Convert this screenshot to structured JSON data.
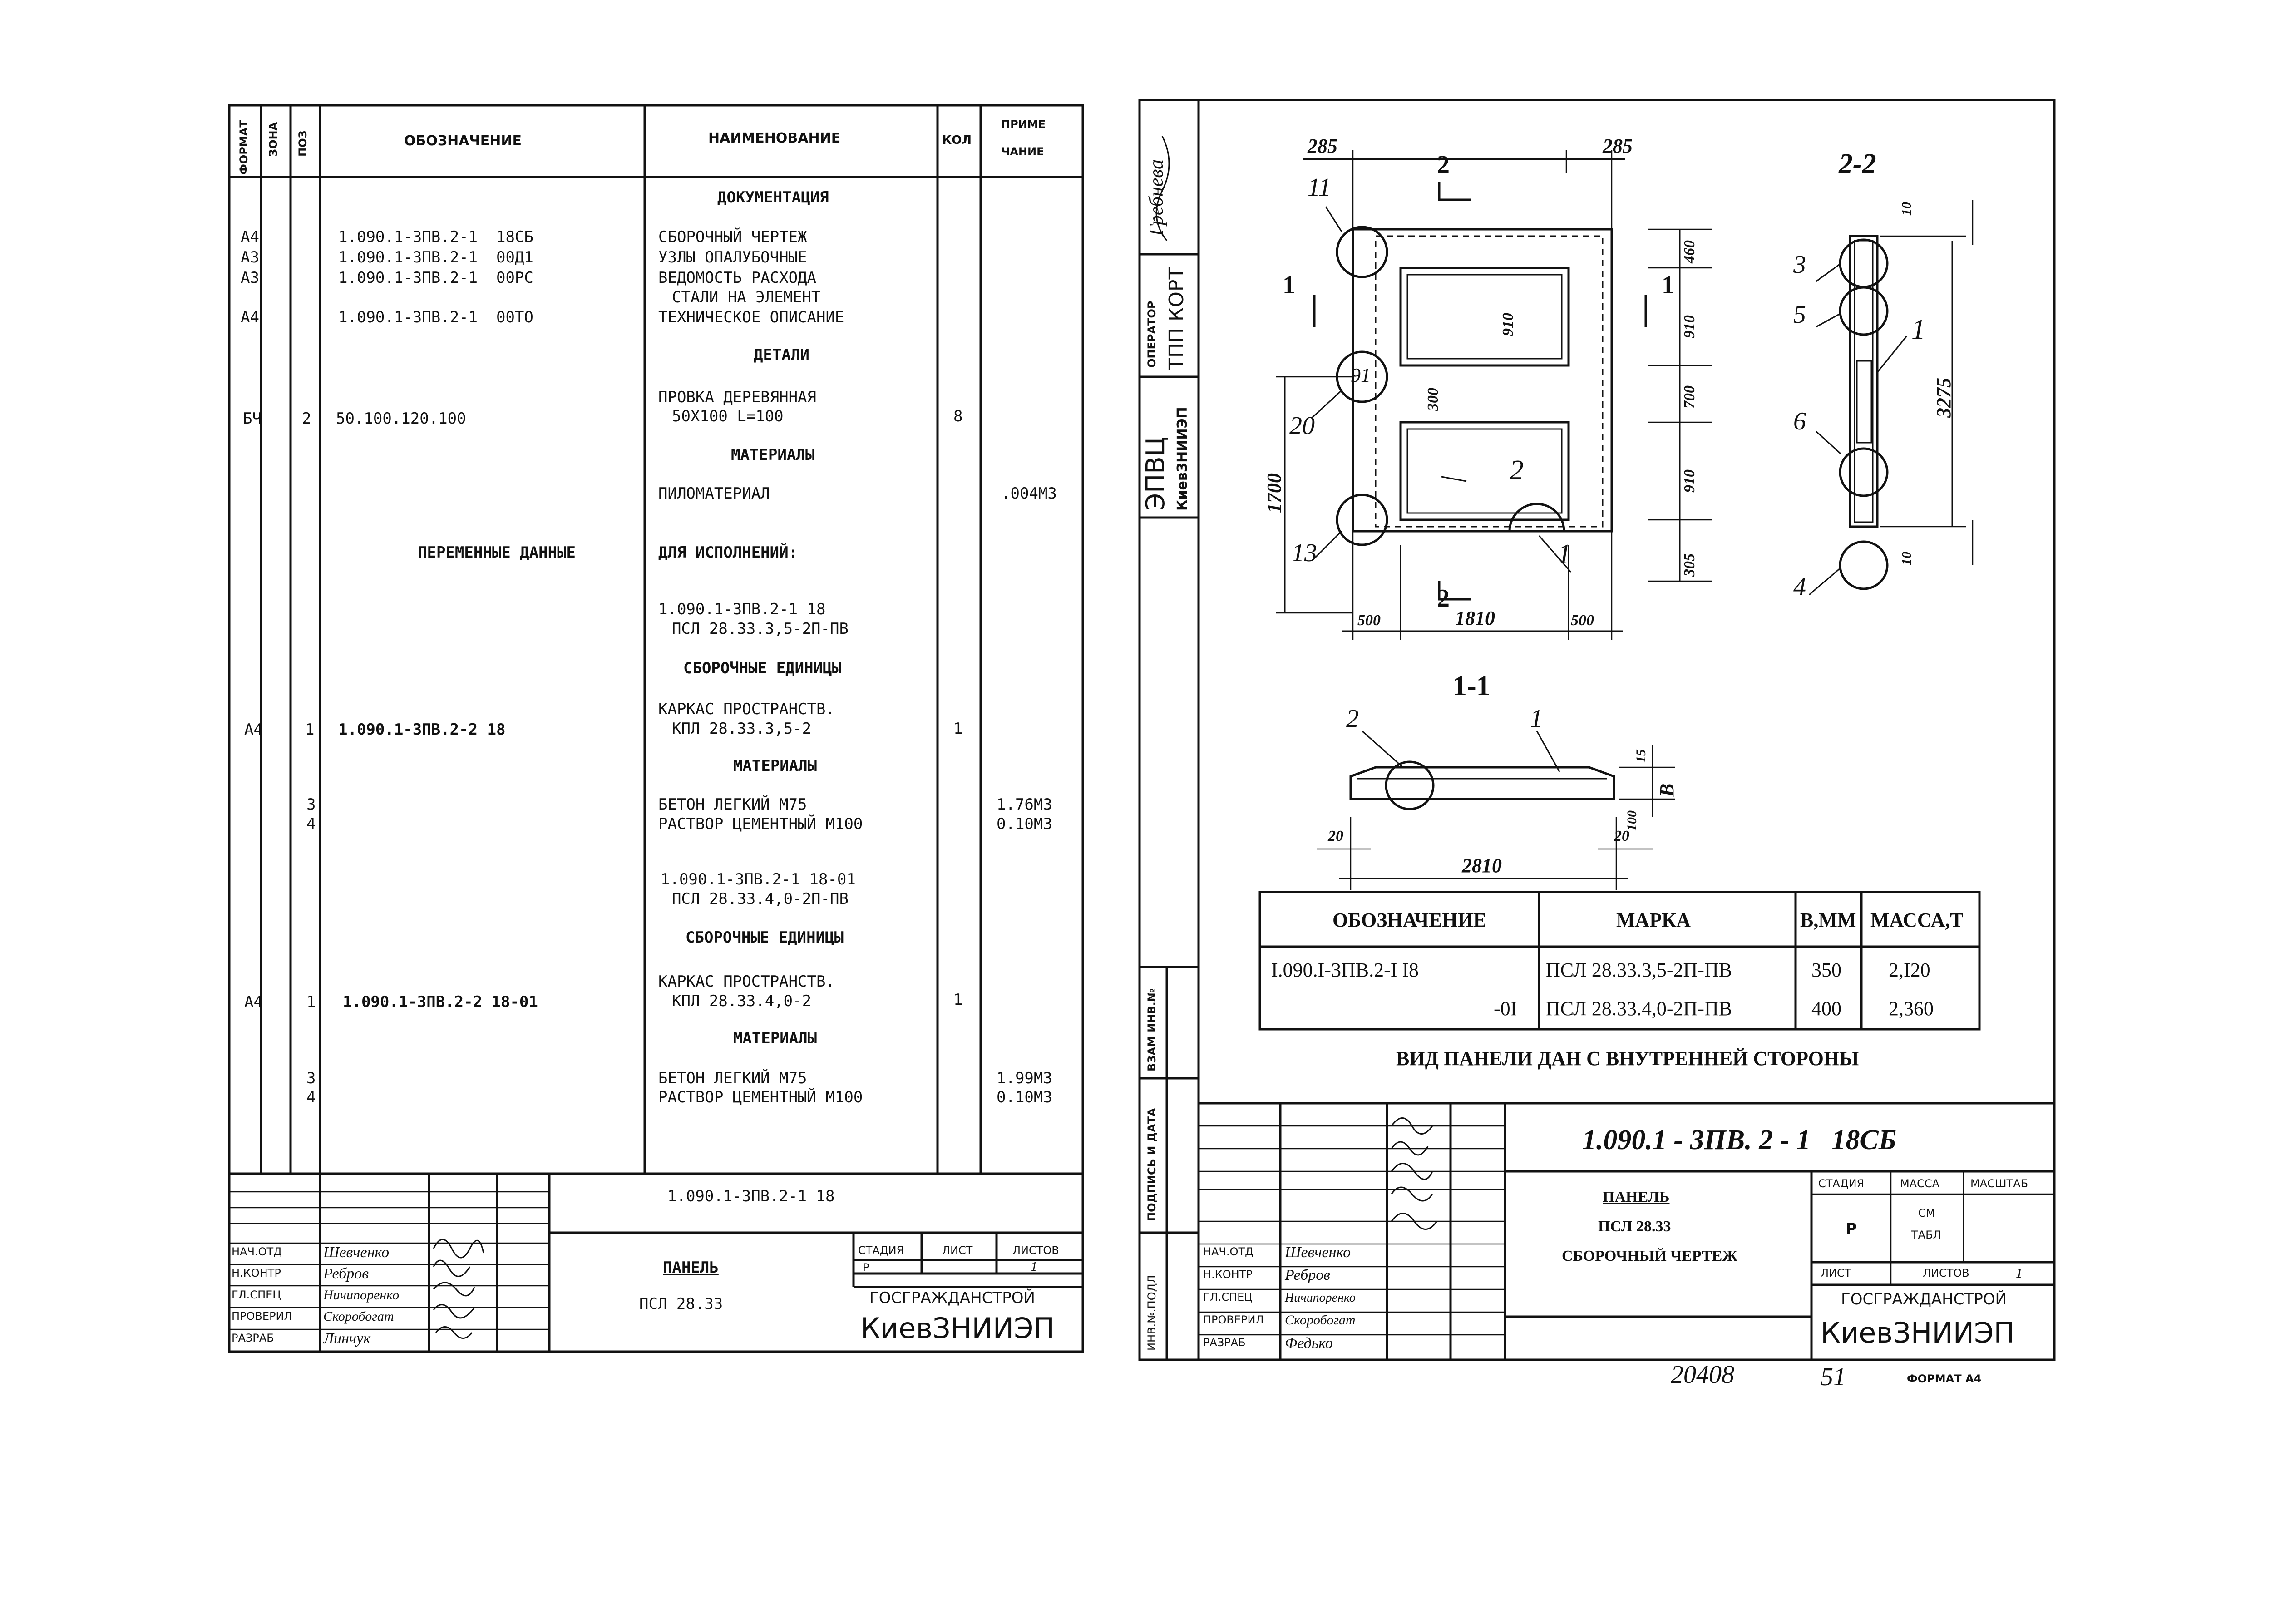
{
  "left_sheet": {
    "header": {
      "col_format": "ФОРМАТ",
      "col_zone": "ЗОНА",
      "col_pos": "ПОЗ",
      "col_designation": "ОБОЗНАЧЕНИЕ",
      "col_name": "НАИМЕНОВАНИЕ",
      "col_qty": "КОЛ",
      "col_note_1": "ПРИМЕ",
      "col_note_2": "ЧАНИЕ"
    },
    "rows": {
      "sec_documentation": "ДОКУМЕНТАЦИЯ",
      "doc1_format": "А4",
      "doc1_code": "1.090.1-3ПВ.2-1  18СБ",
      "doc1_name": "СБОРОЧНЫЙ ЧЕРТЕЖ",
      "doc2_format": "А3",
      "doc2_code": "1.090.1-3ПВ.2-1  00Д1",
      "doc2_name": "УЗЛЫ ОПАЛУБОЧНЫЕ",
      "doc3_format": "А3",
      "doc3_code": "1.090.1-3ПВ.2-1  00РС",
      "doc3_name": "ВЕДОМОСТЬ РАСХОДА",
      "doc3_name2": "СТАЛИ НА ЭЛЕМЕНТ",
      "doc4_format": "А4",
      "doc4_code": "1.090.1-3ПВ.2-1  00ТО",
      "doc4_name": "ТЕХНИЧЕСКОЕ ОПИСАНИЕ",
      "sec_details": "ДЕТАЛИ",
      "det1_format": "БЧ",
      "det1_pos": "2",
      "det1_code": "50.100.120.100",
      "det1_name": "ПРОВКА ДЕРЕВЯННАЯ",
      "det1_name2": "50Х100 L=100",
      "det1_qty": "8",
      "sec_materials_1": "МАТЕРИАЛЫ",
      "mat1_name": "ПИЛОМАТЕРИАЛ",
      "mat1_note": ".004М3",
      "var_data": "ПЕРЕМЕННЫЕ ДАННЫЕ",
      "for_versions": "ДЛЯ ИСПОЛНЕНИЙ:",
      "v1_code": "1.090.1-3ПВ.2-1 18",
      "v1_mark": "ПСЛ 28.33.3,5-2П-ПВ",
      "sec_assembly_1": "СБОРОЧНЫЕ ЕДИНИЦЫ",
      "as1_format": "А4",
      "as1_pos": "1",
      "as1_code": "1.090.1-3ПВ.2-2 18",
      "as1_name": "КАРКАС ПРОСТРАНСТВ.",
      "as1_name2": "КПЛ 28.33.3,5-2",
      "as1_qty": "1",
      "sec_materials_2": "МАТЕРИАЛЫ",
      "m2a_pos": "3",
      "m2a_name": "БЕТОН ЛЕГКИЙ М75",
      "m2a_note": "1.76М3",
      "m2b_pos": "4",
      "m2b_name": "РАСТВОР ЦЕМЕНТНЫЙ М100",
      "m2b_note": "0.10М3",
      "v2_code": "1.090.1-3ПВ.2-1 18-01",
      "v2_mark": "ПСЛ 28.33.4,0-2П-ПВ",
      "sec_assembly_2": "СБОРОЧНЫЕ ЕДИНИЦЫ",
      "as2_format": "А4",
      "as2_pos": "1",
      "as2_code": "1.090.1-3ПВ.2-2 18-01",
      "as2_name": "КАРКАС ПРОСТРАНСТВ.",
      "as2_name2": "КПЛ 28.33.4,0-2",
      "as2_qty": "1",
      "sec_materials_3": "МАТЕРИАЛЫ",
      "m3a_pos": "3",
      "m3a_name": "БЕТОН ЛЕГКИЙ М75",
      "m3a_note": "1.99М3",
      "m3b_pos": "4",
      "m3b_name": "РАСТВОР ЦЕМЕНТНЫЙ М100",
      "m3b_note": "0.10М3"
    },
    "title_block": {
      "doc_code": "1.090.1-3ПВ.2-1 18",
      "name_1": "ПАНЕЛЬ",
      "name_2": "ПСЛ 28.33",
      "stage_label": "СТАДИЯ",
      "sheet_label": "ЛИСТ",
      "sheets_label": "ЛИСТОВ",
      "stage_value": "Р",
      "sheets_value": "1",
      "org_1": "ГОСГРАЖДАНСТРОЙ",
      "org_2": "КиевЗНИИЭП",
      "roles": [
        "НАЧ.ОТД",
        "Н.КОНТР",
        "ГЛ.СПЕЦ",
        "ПРОВЕРИЛ",
        "РАЗРАБ"
      ],
      "names": [
        "Шевченко",
        "Ребров",
        "Ничипоренко",
        "Скоробогат",
        "Линчук"
      ]
    }
  },
  "right_sheet": {
    "side_stamp": {
      "signature": "Гребнева",
      "operator_label": "ОПЕРАТОР",
      "operator_value": "ТПП КОРТ",
      "org_a": "ЭПВЦ",
      "org_b": "КиевЗНИИЭП",
      "inv_subst": "ВЗАМ ИНВ.№",
      "sign_date": "ПОДПИСЬ И ДАТА",
      "inv_orig": "ИНВ.№.ПОДЛ"
    },
    "drawing": {
      "dim_285_left": "285",
      "dim_285_right": "285",
      "cut_2_top": "2",
      "cut_2_bottom": "2",
      "cut_1_left": "1",
      "cut_1_right": "1",
      "dim_1700": "1700",
      "dim_300_inner": "300",
      "dim_910_inner": "910",
      "dim_460": "460",
      "dim_910a": "910",
      "dim_700": "700",
      "dim_910b": "910",
      "dim_305": "305",
      "dim_500_left": "500",
      "dim_1810": "1810",
      "dim_500_right": "500",
      "callout_11": "11",
      "callout_91": "91",
      "callout_20": "20",
      "callout_13": "13",
      "callout_2": "2",
      "callout_1": "1",
      "section_22": "2-2",
      "dim_10_top": "10",
      "dim_10_bottom": "10",
      "dim_3275": "3275",
      "callout_3": "3",
      "callout_5": "5",
      "callout_1b": "1",
      "callout_6": "6",
      "callout_4": "4",
      "section_11": "1-1",
      "callout_2c": "2",
      "callout_1c": "1",
      "dim_15": "15",
      "dim_B": "В",
      "dim_100": "100",
      "dim_20_left": "20",
      "dim_20_right": "20",
      "dim_2810": "2810"
    },
    "mark_table": {
      "headers": [
        "ОБОЗНАЧЕНИЕ",
        "МАРКА",
        "В,ММ",
        "МАССА,Т"
      ],
      "rows": [
        [
          "I.090.I-3ПВ.2-I I8",
          "ПСЛ 28.33.3,5-2П-ПВ",
          "350",
          "2,I20"
        ],
        [
          "-0I",
          "ПСЛ 28.33.4,0-2П-ПВ",
          "400",
          "2,360"
        ]
      ],
      "note": "ВИД ПАНЕЛИ ДАН С ВНУТРЕННЕЙ СТОРОНЫ"
    },
    "title_block": {
      "doc_code": "1.090.1 - 3ПВ. 2 - 1   18СБ",
      "name_1": "ПАНЕЛЬ",
      "name_2": "ПСЛ 28.33",
      "name_3": "СБОРОЧНЫЙ ЧЕРТЕЖ",
      "stage_label": "СТАДИЯ",
      "mass_label": "МАССА",
      "scale_label": "МАСШТАБ",
      "stage_value": "Р",
      "mass_value_1": "СМ",
      "mass_value_2": "ТАБЛ",
      "sheet_label": "ЛИСТ",
      "sheets_label": "ЛИСТОВ",
      "sheets_value": "1",
      "org_1": "ГОСГРАЖДАНСТРОЙ",
      "org_2": "КиевЗНИИЭП",
      "roles": [
        "НАЧ.ОТД",
        "Н.КОНТР",
        "ГЛ.СПЕЦ",
        "ПРОВЕРИЛ",
        "РАЗРАБ"
      ],
      "names": [
        "Шевченко",
        "Ребров",
        "Ничипоренко",
        "Скоробогат",
        "Федько"
      ]
    },
    "footer": {
      "number": "20408",
      "page": "51",
      "format": "ФОРМАТ А4"
    }
  }
}
